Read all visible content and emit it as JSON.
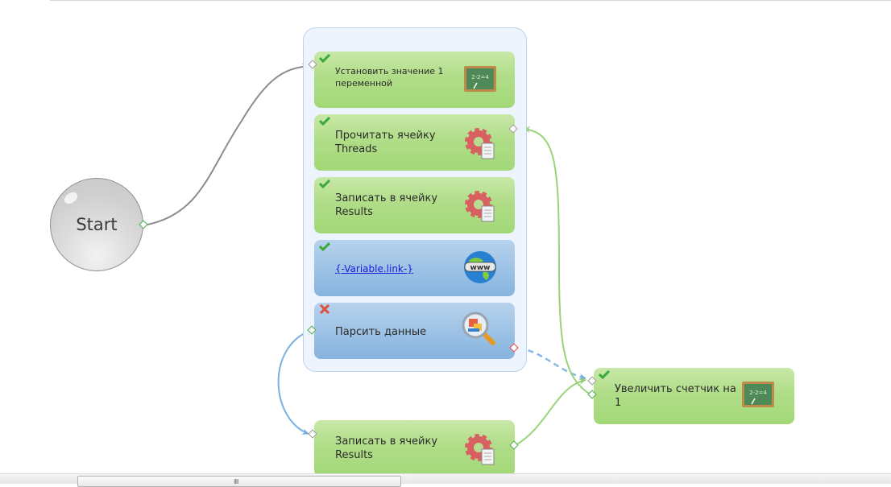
{
  "canvas": {
    "start_node": {
      "label": "Start"
    },
    "group": {
      "blocks": [
        {
          "label": "Установить значение 1 переменной",
          "status": "success",
          "icon": "chalkboard-icon",
          "color": "green"
        },
        {
          "label": "Прочитать ячейку Threads",
          "status": "success",
          "icon": "gear-document-icon",
          "color": "green"
        },
        {
          "label": "Записать в ячейку Results",
          "status": "success",
          "icon": "gear-document-icon",
          "color": "green"
        },
        {
          "label": "{-Variable.link-}",
          "status": "success",
          "icon": "globe-www-icon",
          "color": "blue",
          "is_link": true
        },
        {
          "label": "Парсить данные",
          "status": "error",
          "icon": "magnifier-icon",
          "color": "blue"
        }
      ]
    },
    "outside_blocks": [
      {
        "label": "Записать в ячейку Results",
        "icon": "gear-document-icon",
        "color": "green"
      },
      {
        "label": "Увеличить счетчик на 1",
        "status": "success",
        "icon": "chalkboard-icon",
        "color": "green"
      }
    ],
    "connections": [
      {
        "from": "Start",
        "to": "Установить значение 1 переменной",
        "type": "default",
        "color": "#8c8c8c"
      },
      {
        "from": "Парсить данные",
        "to": "Записать в ячейку Results (outside)",
        "type": "success",
        "color": "#7ab0e0"
      },
      {
        "from": "Парсить данные",
        "to": "Увеличить счетчик на 1",
        "type": "error",
        "color": "#88b8e6",
        "dashed": true
      },
      {
        "from": "Записать в ячейку Results (outside)",
        "to": "Увеличить счетчик на 1",
        "type": "success",
        "color": "#9ad47a"
      },
      {
        "from": "Увеличить счетчик на 1",
        "to": "Прочитать ячейку Threads",
        "type": "success",
        "color": "#9ad47a"
      }
    ],
    "icon_text": {
      "chalkboard": "2-2=4",
      "globe": "www"
    }
  },
  "colors": {
    "success_check": "#3aa83a",
    "error_cross": "#e05040",
    "green_block": "#b0dd88",
    "blue_block": "#9ec3e6",
    "group_bg": "#edf4fd"
  },
  "scrollbar": {
    "grip": "IIII"
  }
}
